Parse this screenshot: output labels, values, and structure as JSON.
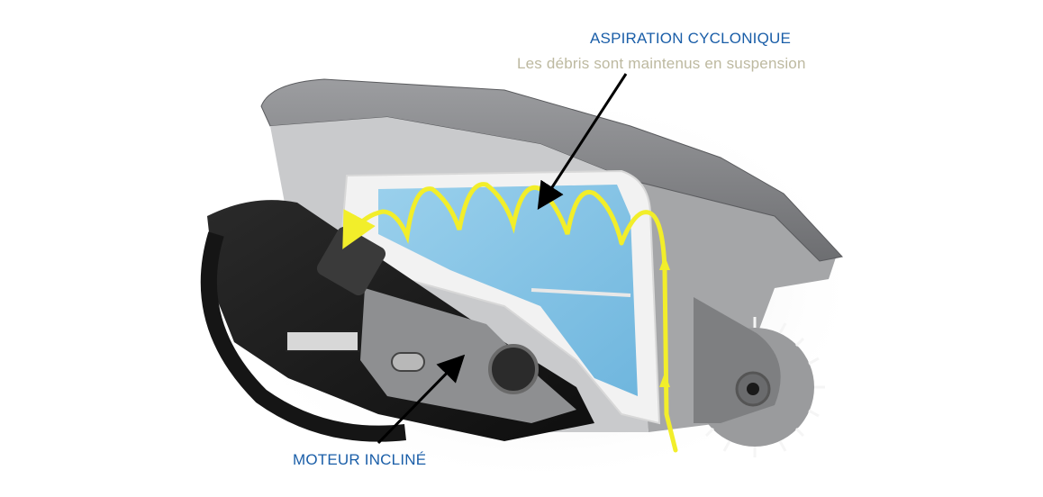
{
  "colors": {
    "label_blue": "#1a5ea8",
    "subtitle_beige": "#bdb9a0",
    "airflow_yellow": "#f2ee2a",
    "water_blue": "#8fc9e6",
    "shell_gray": "#8a8b8d",
    "dark_body": "#1c1c1c"
  },
  "callouts": {
    "cyclonic": {
      "title": "ASPIRATION CYCLONIQUE",
      "subtitle": "Les débris sont maintenus en suspension"
    },
    "motor": {
      "title": "MOTEUR INCLINÉ"
    }
  },
  "illustration": {
    "subject": "robot-pool-cleaner-cutaway"
  }
}
